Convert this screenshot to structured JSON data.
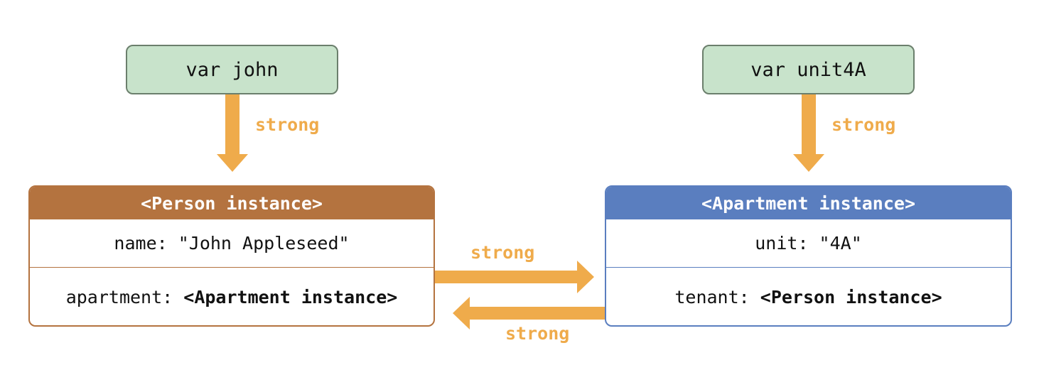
{
  "colors": {
    "var_fill": "#c8e3cb",
    "var_border": "#6b7f6c",
    "person_accent": "#b4733f",
    "apartment_accent": "#5a7ebf",
    "strong_arrow": "#efab4b"
  },
  "variables": {
    "john": "var john",
    "unit4a": "var unit4A"
  },
  "person": {
    "header": "<Person instance>",
    "name_line": "name: \"John Appleseed\"",
    "apartment_key": "apartment: ",
    "apartment_value": "<Apartment instance>"
  },
  "apartment": {
    "header": "<Apartment instance>",
    "unit_line": "unit: \"4A\"",
    "tenant_key": "tenant: ",
    "tenant_value": "<Person instance>"
  },
  "references": {
    "john_to_person": "strong",
    "unit4a_to_apartment": "strong",
    "person_to_apartment": "strong",
    "apartment_to_person": "strong"
  }
}
